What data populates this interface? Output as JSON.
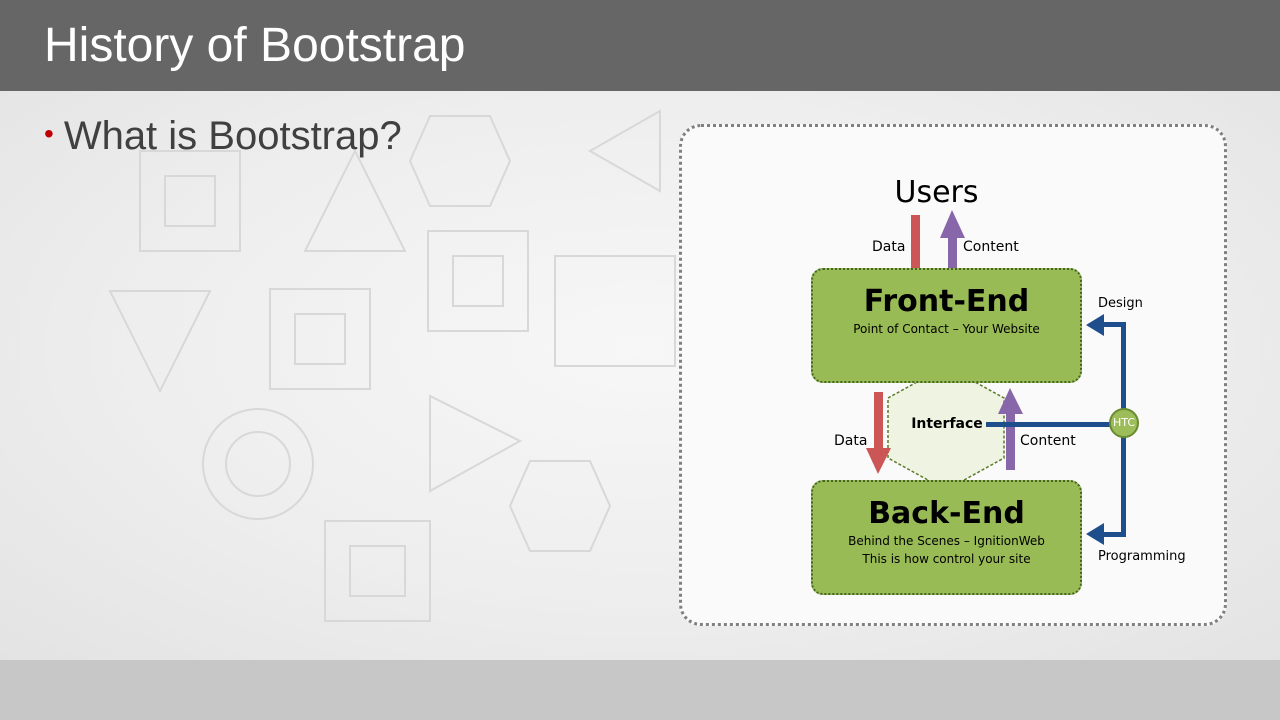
{
  "slide": {
    "title": "History of Bootstrap",
    "bullet": "What is Bootstrap?"
  },
  "diagram": {
    "users": "Users",
    "top_data": "Data",
    "top_content": "Content",
    "design": "Design",
    "front_end": {
      "title": "Front-End",
      "subtitle": "Point of Contact – Your Website"
    },
    "interface": "Interface",
    "mid_data": "Data",
    "mid_content": "Content",
    "htc": "HTC",
    "back_end": {
      "title": "Back-End",
      "line1": "Behind the Scenes – IgnitionWeb",
      "line2": "This is how control your site"
    },
    "programming": "Programming"
  },
  "colors": {
    "title_bar": "#666666",
    "bullet_dot": "#c00000",
    "box_fill": "#99bb55",
    "data_arrow": "#cc5555",
    "content_arrow": "#8866aa",
    "connector": "#1f4e8c",
    "interface_fill": "#eef3e2"
  }
}
